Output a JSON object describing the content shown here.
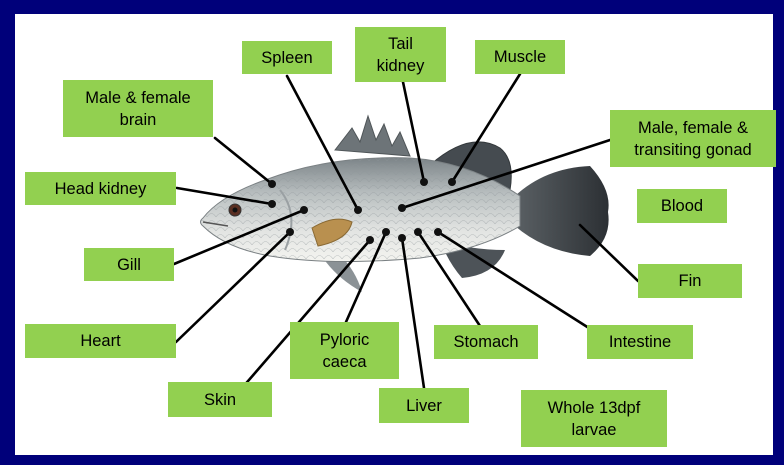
{
  "colors": {
    "background": "#00007a",
    "panel": "#ffffff",
    "label_fill": "#92d050",
    "text": "#000000"
  },
  "labels": {
    "spleen": "Spleen",
    "tail_kidney": "Tail\nkidney",
    "muscle": "Muscle",
    "brain": "Male & female\nbrain",
    "gonad": "Male, female &\ntransiting gonad",
    "head_kidney": "Head kidney",
    "blood": "Blood",
    "gill": "Gill",
    "fin": "Fin",
    "heart": "Heart",
    "pyloric_caeca": "Pyloric\ncaeca",
    "stomach": "Stomach",
    "intestine": "Intestine",
    "skin": "Skin",
    "liver": "Liver",
    "larvae": "Whole 13dpf\nlarvae"
  },
  "illustration": "fish-illustration"
}
